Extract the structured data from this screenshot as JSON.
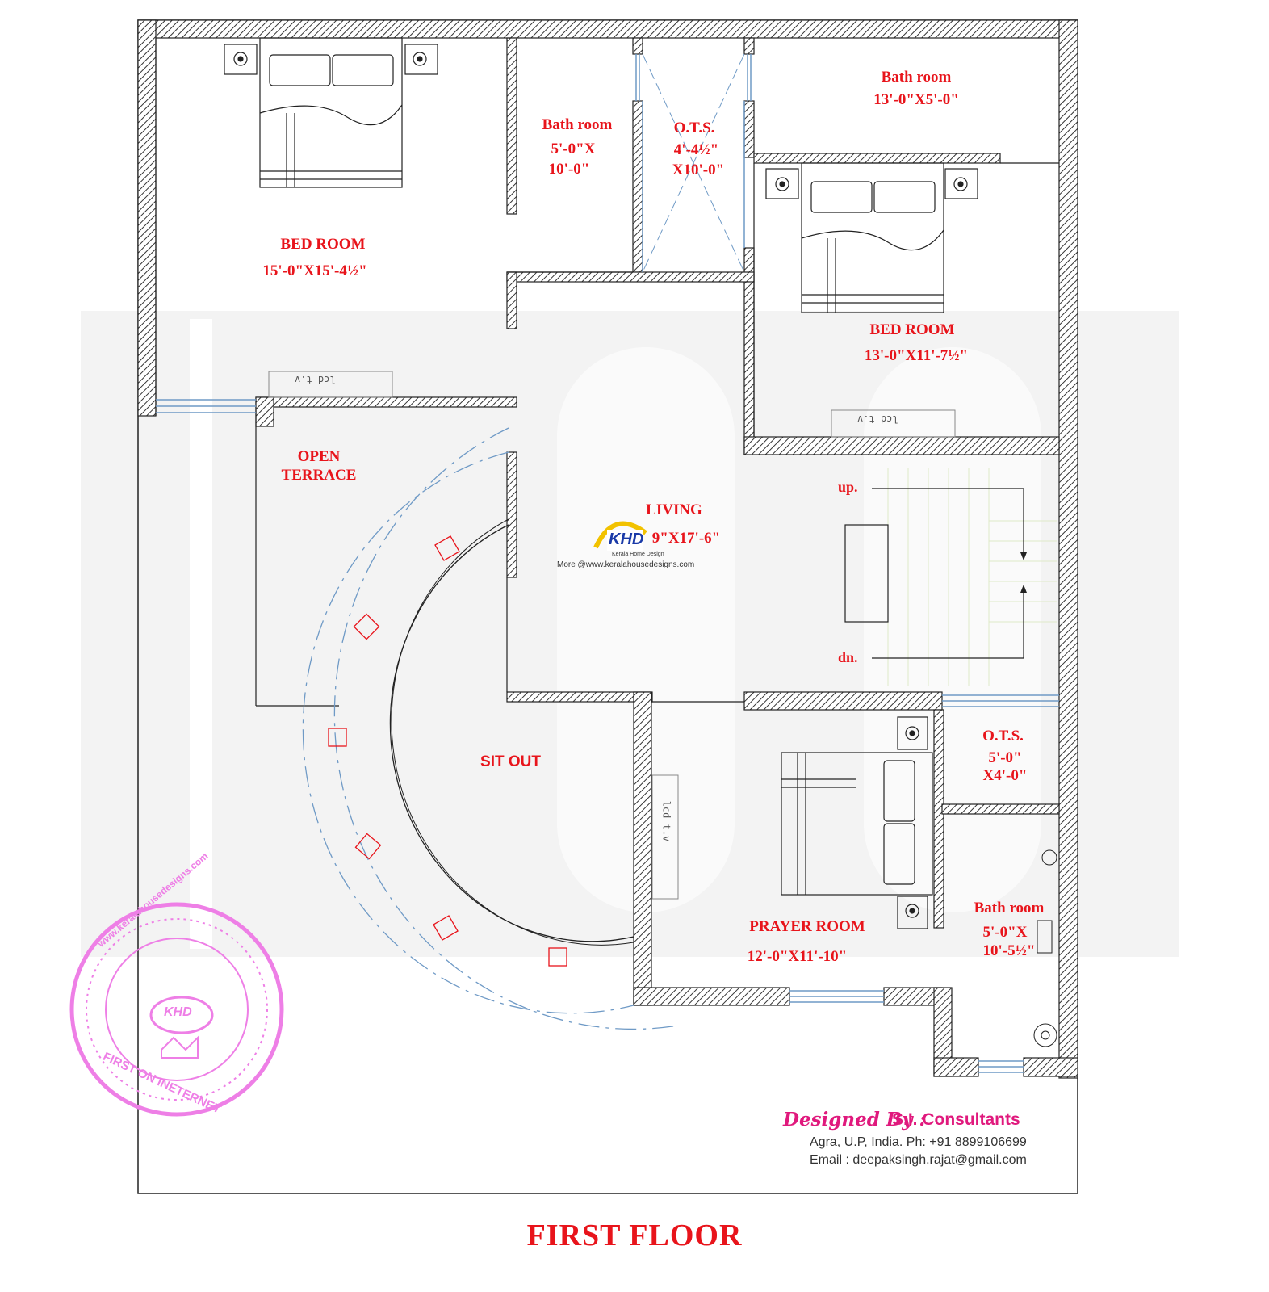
{
  "drawing_title": "FIRST FLOOR",
  "rooms": {
    "bed_room_1": {
      "name": "BED ROOM",
      "size": "15'-0\"X15'-4½\""
    },
    "bath_room_1": {
      "name": "Bath room",
      "size_1": "5'-0\"X",
      "size_2": "10'-0\""
    },
    "ots_1": {
      "name": "O.T.S.",
      "size_1": "4'-4½\"",
      "size_2": "X10'-0\""
    },
    "bath_room_2": {
      "name": "Bath room",
      "size": "13'-0\"X5'-0\""
    },
    "bed_room_2": {
      "name": "BED ROOM",
      "size": "13'-0\"X11'-7½\""
    },
    "open_terrace": {
      "name_1": "OPEN",
      "name_2": "TERRACE"
    },
    "living": {
      "name": "LIVING",
      "size": "9\"X17'-6\""
    },
    "sit_out": {
      "name": "SIT OUT"
    },
    "ots_2": {
      "name": "O.T.S.",
      "size_1": "5'-0\"",
      "size_2": "X4'-0\""
    },
    "prayer_room": {
      "name": "PRAYER ROOM",
      "size": "12'-0\"X11'-10\""
    },
    "bath_room_3": {
      "name": "Bath room",
      "size_1": "5'-0\"X",
      "size_2": "10'-5½\""
    }
  },
  "stairs": {
    "up": "up.",
    "down": "dn."
  },
  "tv_label": "lcd t.v",
  "watermark": {
    "logo": "KHD",
    "tagline": "Kerala Home Design",
    "site": "More @www.keralahousedesigns.com",
    "stamp_top": "www.keralahousedesigns.com",
    "stamp_bottom": "FIRST ON INETERNET",
    "stamp_logo": "KHD"
  },
  "credits": {
    "designed_by": "Designed By :",
    "company": "S.I. Consultants",
    "address": "Agra, U.P, India.  Ph: +91 8899106699",
    "email": "Email : deepaksingh.rajat@gmail.com"
  },
  "colors": {
    "label_red": "#e8141b",
    "wall_hatch": "#444444",
    "window_blue": "#6f9ac6",
    "stamp_pink": "#ee7fe6",
    "credit_pink": "#e0197d"
  }
}
